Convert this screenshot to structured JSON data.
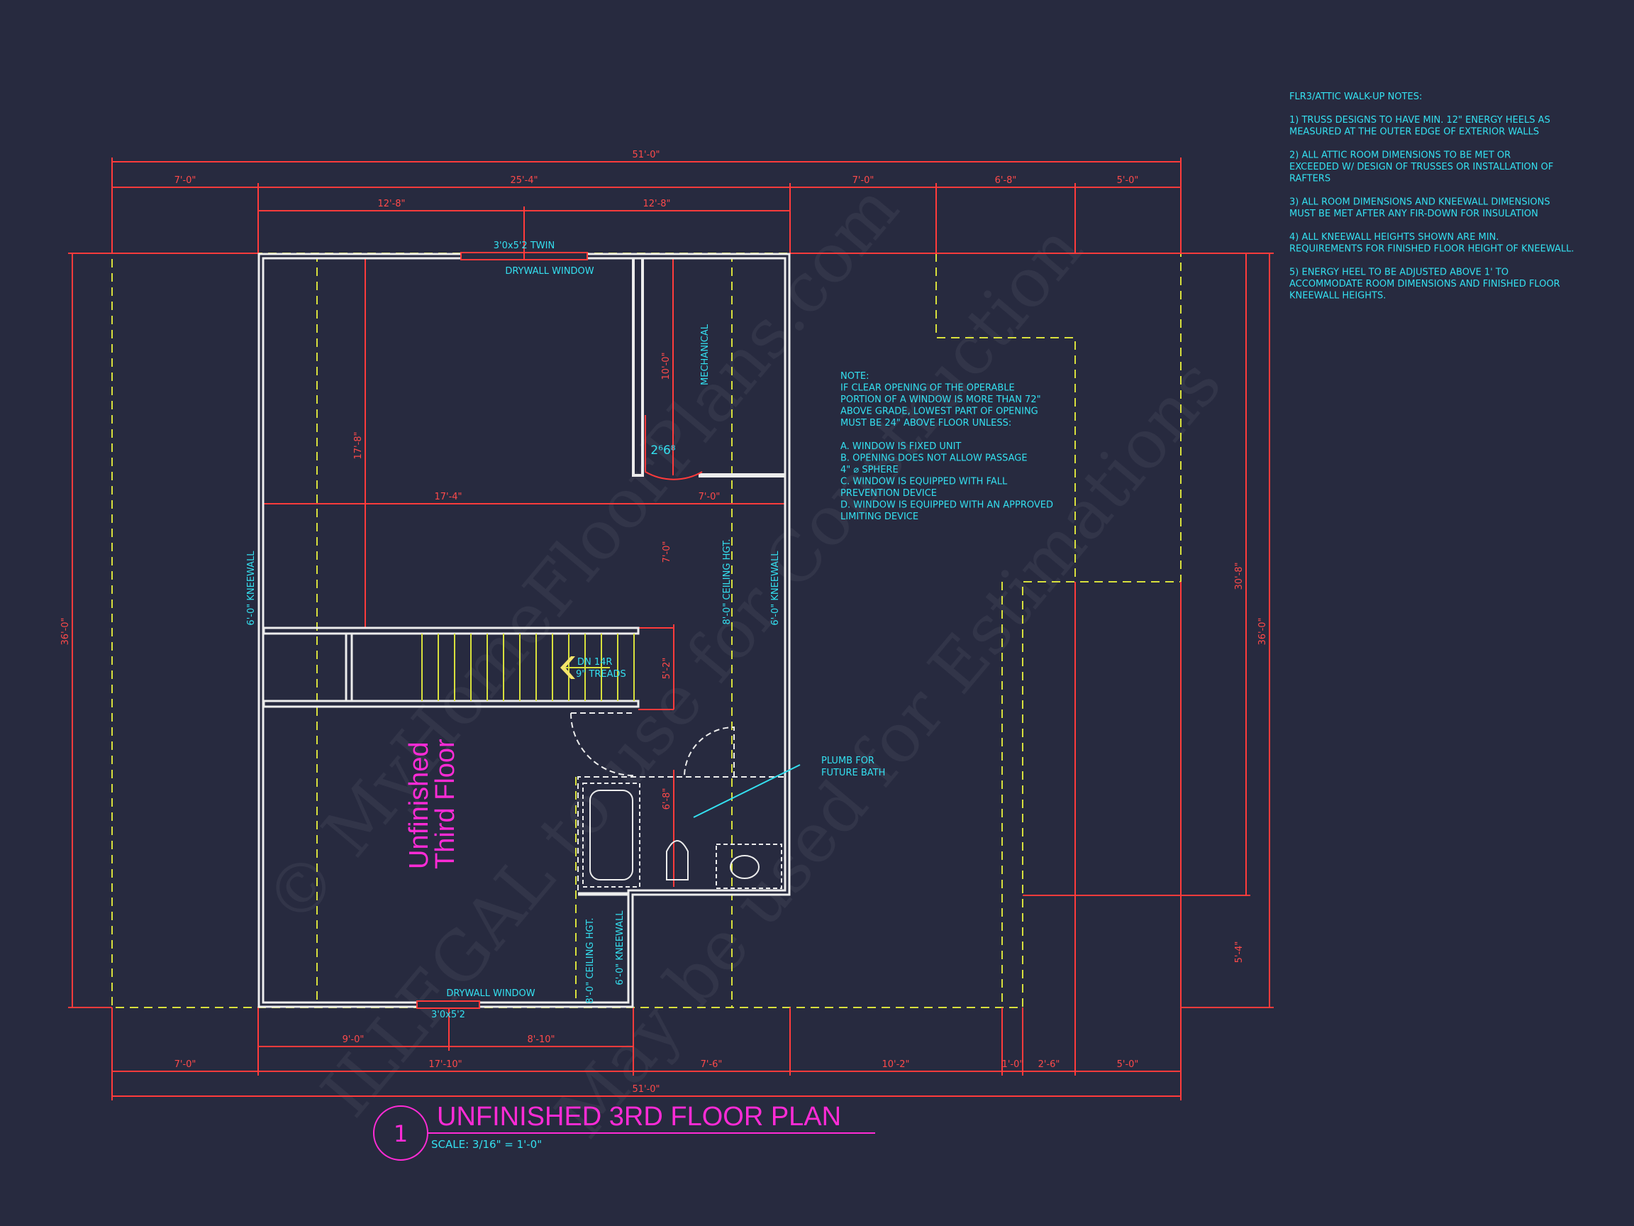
{
  "plan": {
    "title": "UNFINISHED 3RD FLOOR PLAN",
    "scale": "SCALE: 3/16\" = 1'-0\"",
    "number": "1",
    "room_label_line1": "Unfinished",
    "room_label_line2": "Third Floor"
  },
  "colors": {
    "background": "#272a3f",
    "dimension": "#ff3b3b",
    "wall": "#ececec",
    "annotation": "#34e0f0",
    "dashed_outline": "#d8e03c",
    "title": "#ff2bd6"
  },
  "dimensions": {
    "top_overall": "51'-0\"",
    "top_1": "7'-0\"",
    "top_2": "25'-4\"",
    "top_3": "7'-0\"",
    "top_4": "6'-8\"",
    "top_5": "5'-0\"",
    "top_inner_1": "12'-8\"",
    "top_inner_2": "12'-8\"",
    "bottom_inner_1": "9'-0\"",
    "bottom_inner_2": "8'-10\"",
    "bottom_1": "7'-0\"",
    "bottom_2": "17'-10\"",
    "bottom_3": "7'-6\"",
    "bottom_4": "10'-2\"",
    "bottom_5": "1'-0\"",
    "bottom_6": "2'-6\"",
    "bottom_7": "5'-0\"",
    "bottom_overall": "51'-0\"",
    "left_overall": "36'-0\"",
    "right_overall": "36'-0\"",
    "right_upper": "30'-8\"",
    "right_lower": "5'-4\"",
    "room_height": "17'-8\"",
    "room_width": "17'-4\"",
    "mech_height": "10'-0\"",
    "mech_width": "7'-0\"",
    "hall_1": "7'-0\"",
    "hall_2": "5'-2\"",
    "bath_dim": "6'-8\""
  },
  "labels": {
    "window_top": "3'0x5'2 TWIN",
    "drywall_window_top": "DRYWALL WINDOW",
    "mechanical": "MECHANICAL",
    "door": "2⁶6⁸",
    "kneewall_left": "6'-0\" KNEEWALL",
    "kneewall_right": "6'-0\" KNEEWALL",
    "kneewall_bottom": "6'-0\" KNEEWALL",
    "ceiling_hgt": "8'-0\" CEILING HGT.",
    "ceiling_hgt_bottom": "8'-0\" CEILING HGT.",
    "stair_dn": "DN 14R",
    "stair_treads": "9\" TREADS",
    "plumb_1": "PLUMB FOR",
    "plumb_2": "FUTURE BATH",
    "drywall_window_bottom": "DRYWALL WINDOW",
    "window_bottom": "3'0x5'2"
  },
  "egress_note": [
    "NOTE:",
    "IF CLEAR OPENING OF THE OPERABLE",
    "PORTION OF A WINDOW IS MORE THAN 72\"",
    "ABOVE GRADE, LOWEST PART OF OPENING",
    "MUST BE 24\" ABOVE FLOOR UNLESS:",
    "",
    "A.  WINDOW IS FIXED UNIT",
    "B.  OPENING DOES NOT ALLOW PASSAGE",
    "      4\" ⌀ SPHERE",
    "C.  WINDOW IS EQUIPPED WITH FALL",
    "      PREVENTION DEVICE",
    "D.  WINDOW IS EQUIPPED WITH AN APPROVED",
    "      LIMITING DEVICE"
  ],
  "attic_notes": [
    "FLR3/ATTIC WALK-UP NOTES:",
    "",
    "1)  TRUSS DESIGNS TO HAVE MIN. 12\" ENERGY HEELS AS",
    "MEASURED AT THE OUTER EDGE OF EXTERIOR WALLS",
    "",
    "2)  ALL ATTIC ROOM DIMENSIONS TO BE MET OR",
    "EXCEEDED W/ DESIGN OF TRUSSES OR INSTALLATION OF",
    "RAFTERS",
    "",
    "3)  ALL ROOM DIMENSIONS AND KNEEWALL DIMENSIONS",
    "MUST BE MET AFTER ANY FIR-DOWN FOR INSULATION",
    "",
    "4)  ALL KNEEWALL HEIGHTS SHOWN ARE MIN.",
    "REQUIREMENTS FOR FINISHED FLOOR HEIGHT OF KNEEWALL.",
    "",
    "5)  ENERGY HEEL TO BE ADJUSTED ABOVE 1' TO",
    "ACCOMMODATE ROOM DIMENSIONS AND FINISHED FLOOR",
    "KNEEWALL HEIGHTS."
  ],
  "watermark": {
    "line1": "© MyHomeFloorPlans.com",
    "line2": "ILLEGAL to use for Construction",
    "line3": "May be used for Estimations"
  }
}
